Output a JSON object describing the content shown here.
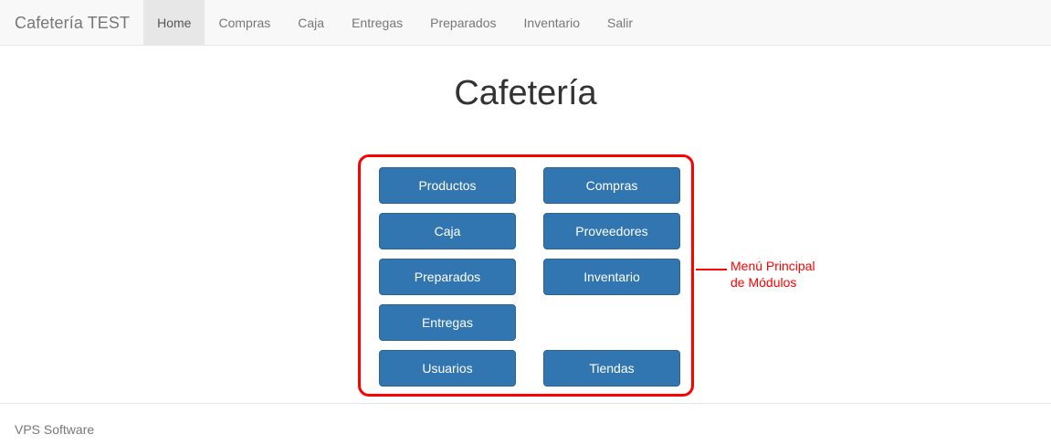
{
  "navbar": {
    "brand": "Cafetería TEST",
    "items": [
      {
        "label": "Home",
        "active": true
      },
      {
        "label": "Compras",
        "active": false
      },
      {
        "label": "Caja",
        "active": false
      },
      {
        "label": "Entregas",
        "active": false
      },
      {
        "label": "Preparados",
        "active": false
      },
      {
        "label": "Inventario",
        "active": false
      },
      {
        "label": "Salir",
        "active": false
      }
    ]
  },
  "main": {
    "title": "Cafetería",
    "menu": {
      "left_column": [
        "Productos",
        "Caja",
        "Preparados",
        "Entregas",
        "Usuarios"
      ],
      "right_column": [
        "Compras",
        "Proveedores",
        "Inventario",
        "",
        "Tiendas"
      ]
    }
  },
  "annotation": {
    "line1": "Menú Principal",
    "line2": "de Módulos",
    "color": "#ff0000"
  },
  "footer": {
    "text": "VPS Software"
  },
  "colors": {
    "button_blue": "#3276b1",
    "navbar_bg": "#f8f8f8",
    "navbar_active_bg": "#e7e7e7",
    "muted_text": "#777777",
    "annotation_red": "#ff0000"
  }
}
